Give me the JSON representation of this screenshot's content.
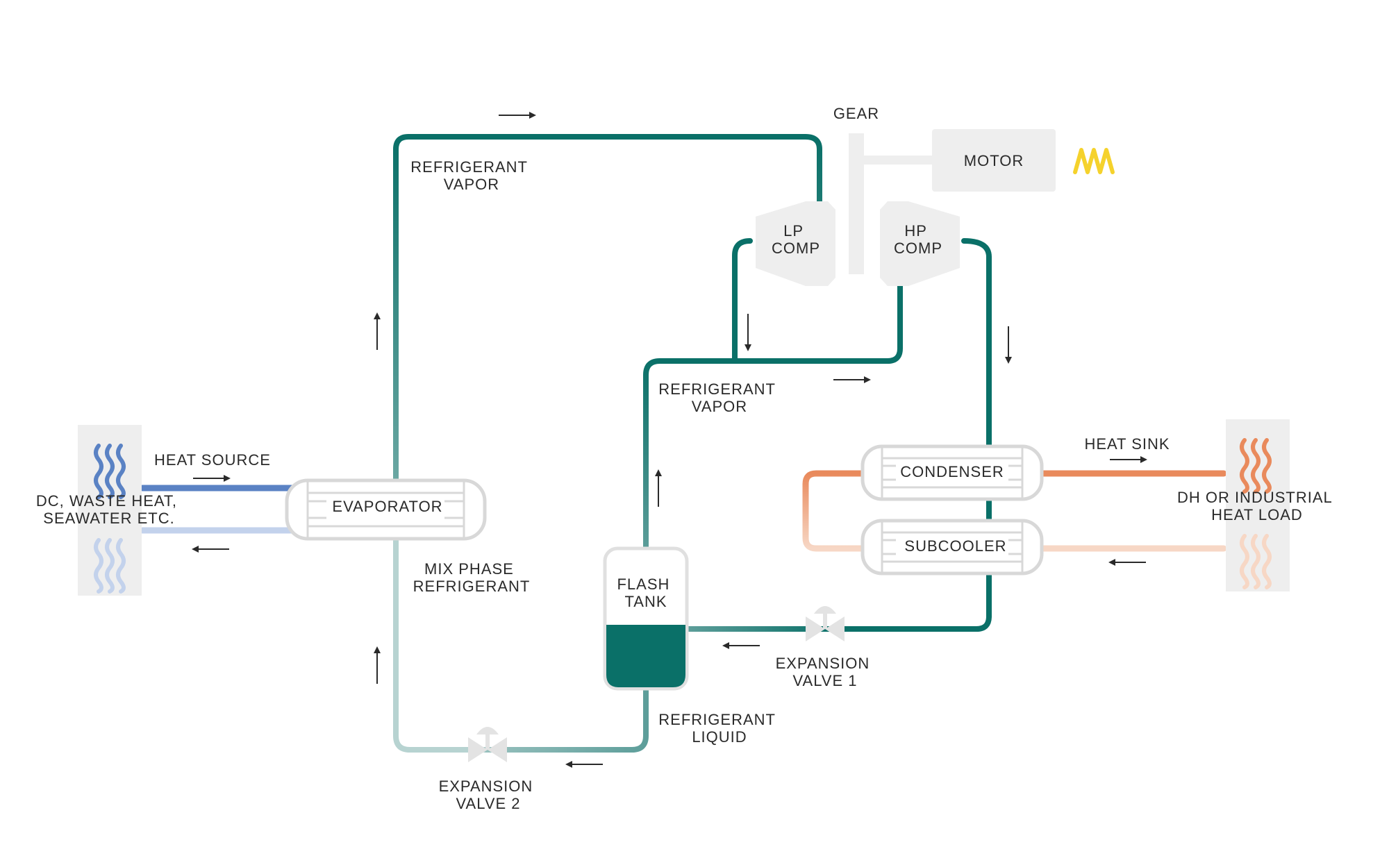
{
  "labels": {
    "gear": "GEAR",
    "motor": "MOTOR",
    "refrigerant_vapor_top": [
      "REFRIGERANT",
      "VAPOR"
    ],
    "lp_comp": [
      "LP",
      "COMP"
    ],
    "hp_comp": [
      "HP",
      "COMP"
    ],
    "refrigerant_vapor_mid": [
      "REFRIGERANT",
      "VAPOR"
    ],
    "heat_source": "HEAT SOURCE",
    "source_desc": [
      "DC, WASTE HEAT,",
      "SEAWATER ETC."
    ],
    "evaporator": "EVAPORATOR",
    "mix_phase": [
      "MIX PHASE",
      "REFRIGERANT"
    ],
    "flash_tank": [
      "FLASH",
      "TANK"
    ],
    "condenser": "CONDENSER",
    "subcooler": "SUBCOOLER",
    "heat_sink": "HEAT SINK",
    "sink_desc": [
      "DH OR INDUSTRIAL",
      "HEAT LOAD"
    ],
    "expansion_valve_1": [
      "EXPANSION",
      "VALVE 1"
    ],
    "expansion_valve_2": [
      "EXPANSION",
      "VALVE 2"
    ],
    "refrigerant_liquid": [
      "REFRIGERANT",
      "LIQUID"
    ]
  },
  "icons": {
    "heat_source_hot": "wavy-heat-icon",
    "heat_source_cold": "wavy-heat-icon",
    "heat_sink_hot": "wavy-heat-icon",
    "heat_sink_cold": "wavy-heat-icon",
    "motor_power": "electric-zigzag-icon",
    "valve": "expansion-valve-icon"
  },
  "colors": {
    "refrigerant_dark": "#0a7068",
    "refrigerant_light": "#b7d3d1",
    "source_supply": "#5a82c4",
    "source_return": "#c3d2ec",
    "sink_supply": "#e98a5c",
    "sink_return": "#f7d7c5",
    "motor_power": "#f5d22c",
    "flash_liquid": "#0a7068"
  }
}
